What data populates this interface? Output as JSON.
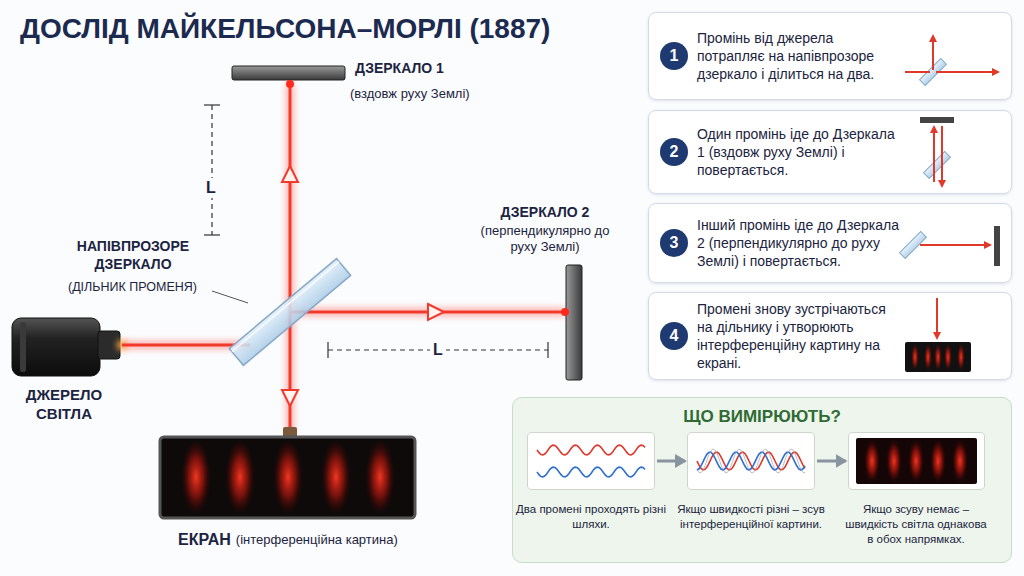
{
  "diagram": {
    "title": "ДОСЛІД МАЙКЕЛЬСОНА–МОРЛІ (1887)",
    "nodes": [
      {
        "text": [
          "1",
          "Промінь від джерела потрапляє на напівпрозоре дзеркало і ділиться на два."
        ]
      },
      {
        "text": [
          "2",
          "Один промінь іде до Дзеркала 1 (вздовж руху Землі) і повертається."
        ]
      },
      {
        "text": [
          "3",
          "Інший промінь іде до Дзеркала 2 (перпендикулярно до руху Землі) і повертається."
        ]
      },
      {
        "text": [
          "4",
          "Промені знову зустрічаються на дільнику і утворюють інтерференційну картину на екрані."
        ]
      },
      {
        "text": [
          "ЩО ВИМІРЮЮТЬ?"
        ]
      },
      {
        "text": [
          "Два промені проходять різні шляхи."
        ],
        "in": 4
      },
      {
        "text": [
          "Якщо швидкості різні – зсув інтерференційної картини."
        ],
        "in": 4
      },
      {
        "text": [
          "Якщо зсуву немає – швидкість світла однакова в обох напрямках."
        ],
        "in": 4
      }
    ],
    "edges": [
      {
        "from": 5,
        "to": 6,
        "arrow": "to"
      },
      {
        "from": 6,
        "to": 7,
        "arrow": "to"
      }
    ],
    "labels": [
      "ДЗЕРКАЛО 1",
      "(вздовж руху Землі)",
      "L",
      "ДЗЕРКАЛО 2",
      "(перпендикулярно до руху Землі)",
      "НАПІВПРОЗОРЕ ДЗЕРКАЛО",
      "(ДІЛЬНИК ПРОМЕНЯ)",
      "L",
      "ДЖЕРЕЛО СВІТЛА",
      "ЕКРАН",
      "(інтерференційна картина)"
    ]
  }
}
